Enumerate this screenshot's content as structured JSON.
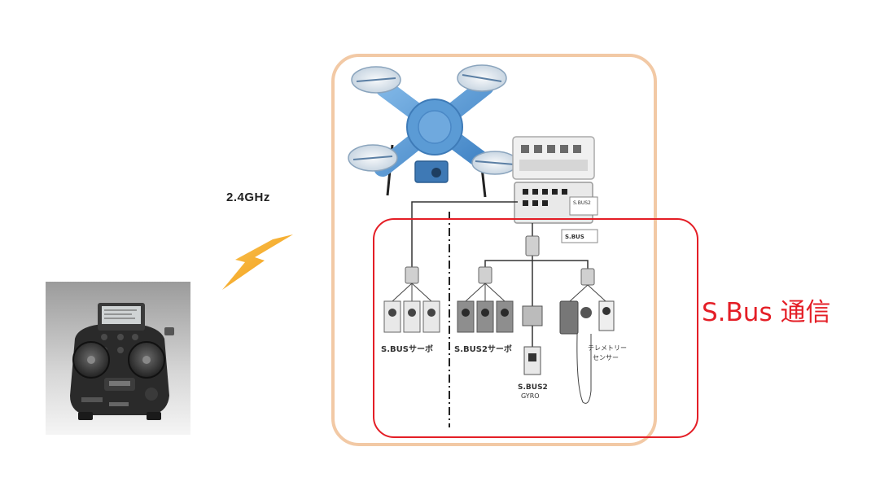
{
  "frequency_label": "2.4GHz",
  "sbus_label": "S.Bus 通信",
  "device_labels": {
    "sbus_servo": "S.BUSサーボ",
    "sbus2_servo": "S.BUS2サーボ",
    "sbus2_gyro": "S.BUS2",
    "gyro": "GYRO",
    "telemetry_sensor_line1": "テレメトリー",
    "telemetry_sensor_line2": "センサー",
    "receiver_tag_a": "S.BUS2",
    "receiver_tag_b": "S.BUS"
  },
  "colors": {
    "sbus_highlight": "#e41e26",
    "system_frame": "#f2c9a5",
    "drone_body": "#5b9bd5",
    "lightning": "#f5a623"
  },
  "icons": {
    "transmitter": "radio-transmitter-icon",
    "drone": "quadcopter-icon",
    "wireless": "lightning-bolt-icon"
  }
}
